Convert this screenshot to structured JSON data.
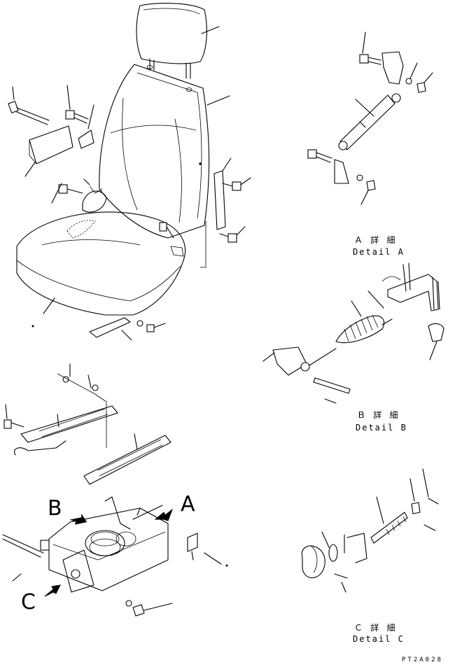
{
  "details": {
    "a": {
      "jp": "Ａ 詳 細",
      "en": "Detail A"
    },
    "b": {
      "jp": "Ｂ 詳 細",
      "en": "Detail B"
    },
    "c": {
      "jp": "Ｃ 詳 細",
      "en": "Detail C"
    }
  },
  "view_markers": {
    "a": "A",
    "b": "B",
    "c": "C"
  },
  "drawing_code": "PT2A028",
  "colors": {
    "line": "#000000",
    "background": "#ffffff"
  }
}
